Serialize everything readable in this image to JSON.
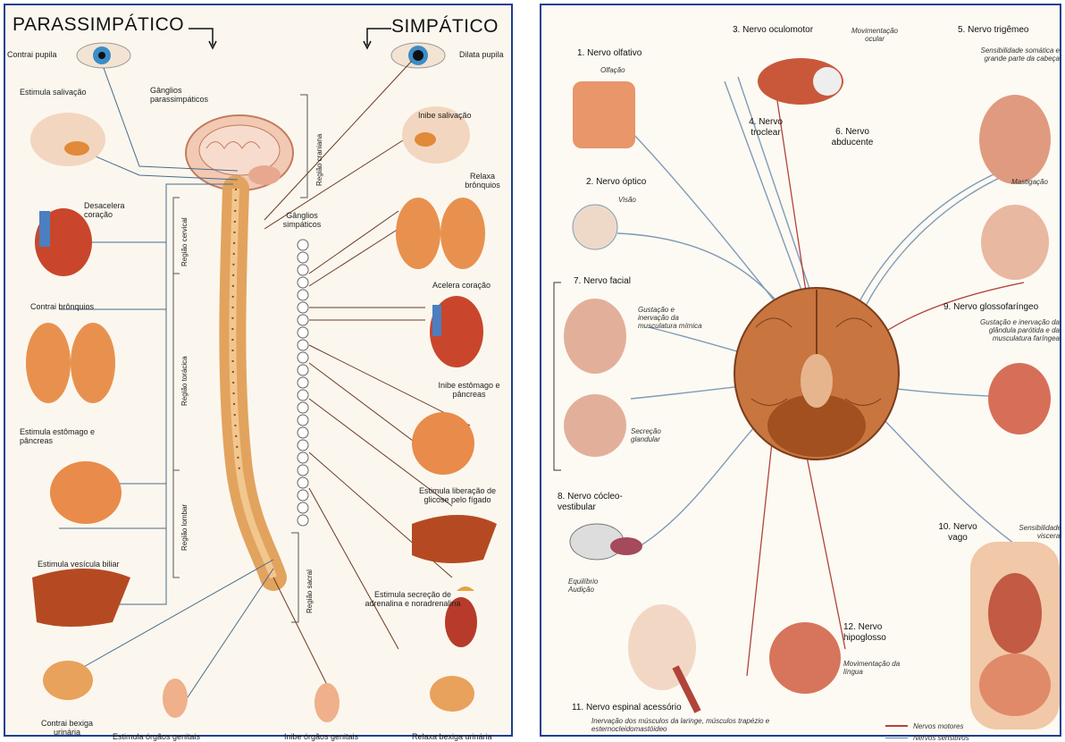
{
  "left": {
    "title_para": "PARASSIMPÁTICO",
    "title_simp": "SIMPÁTICO",
    "contrai_pupila": "Contrai pupila",
    "dilata_pupila": "Dilata pupila",
    "estimula_salivacao": "Estimula salivação",
    "ganglios_para": "Gânglios parassimpáticos",
    "inibe_salivacao": "Inibe salivação",
    "regiao_craniana": "Região craniana",
    "desacelera": "Desacelera coração",
    "relaxa_bronquios": "Relaxa brônquios",
    "ganglios_simp": "Gânglios simpáticos",
    "regiao_cervical": "Região cervical",
    "contrai_bronquios": "Contrai brônquios",
    "acelera": "Acelera coração",
    "regiao_toracica": "Região torácica",
    "inibe_estomago": "Inibe estômago e pâncreas",
    "estimula_estomago": "Estimula estômago e pâncreas",
    "estimula_glicose": "Estimula liberação de glicose pelo fígado",
    "regiao_lombar": "Região lombar",
    "estimula_vesicula": "Estimula vesícula biliar",
    "regiao_sacral": "Região sacral",
    "estimula_adrenalina": "Estimula secreção de adrenalina e noradrenalina",
    "contrai_bexiga": "Contrai bexiga urinária",
    "estimula_genitais": "Estimula órgãos genitais",
    "inibe_genitais": "Inibe órgãos genitais",
    "relaxa_bexiga": "Relaxa bexiga urinária"
  },
  "right": {
    "n1": "1. Nervo olfativo",
    "n1_sub": "Olfação",
    "n2": "2. Nervo óptico",
    "n2_sub": "Visão",
    "n3": "3. Nervo oculomotor",
    "n3_sub": "Movimentação ocular",
    "n4": "4. Nervo troclear",
    "n5": "5. Nervo trigêmeo",
    "n5_sub": "Sensibilidade somática e grande parte da cabeça",
    "n5_sub2": "Mastigação",
    "n6": "6. Nervo abducente",
    "n7": "7. Nervo facial",
    "n7_sub": "Gustação e inervação da musculatura mímica",
    "n7_sub2": "Secreção glandular",
    "n8": "8. Nervo cócleo-vestibular",
    "n8_sub": "Equilíbrio Audição",
    "n9": "9. Nervo glossofaríngeo",
    "n9_sub": "Gustação e inervação da glândula parótida e da musculatura faríngea",
    "n10": "10. Nervo vago",
    "n10_sub": "Sensibilidade visceral",
    "n11": "11. Nervo espinal acessório",
    "n11_sub": "Inervação dos músculos da laringe, músculos trapézio e esternocleidomastóideo",
    "n12": "12. Nervo hipoglosso",
    "n12_sub": "Movimentação da língua",
    "legend_motor": "Nervos motores",
    "legend_sens": "Nervos sensitivos"
  },
  "colors": {
    "frame": "#1c3f8f",
    "nerve_motor": "#b0443a",
    "nerve_sens": "#5a7fa8",
    "organ": "#d9772f",
    "bone": "#e9b873"
  }
}
